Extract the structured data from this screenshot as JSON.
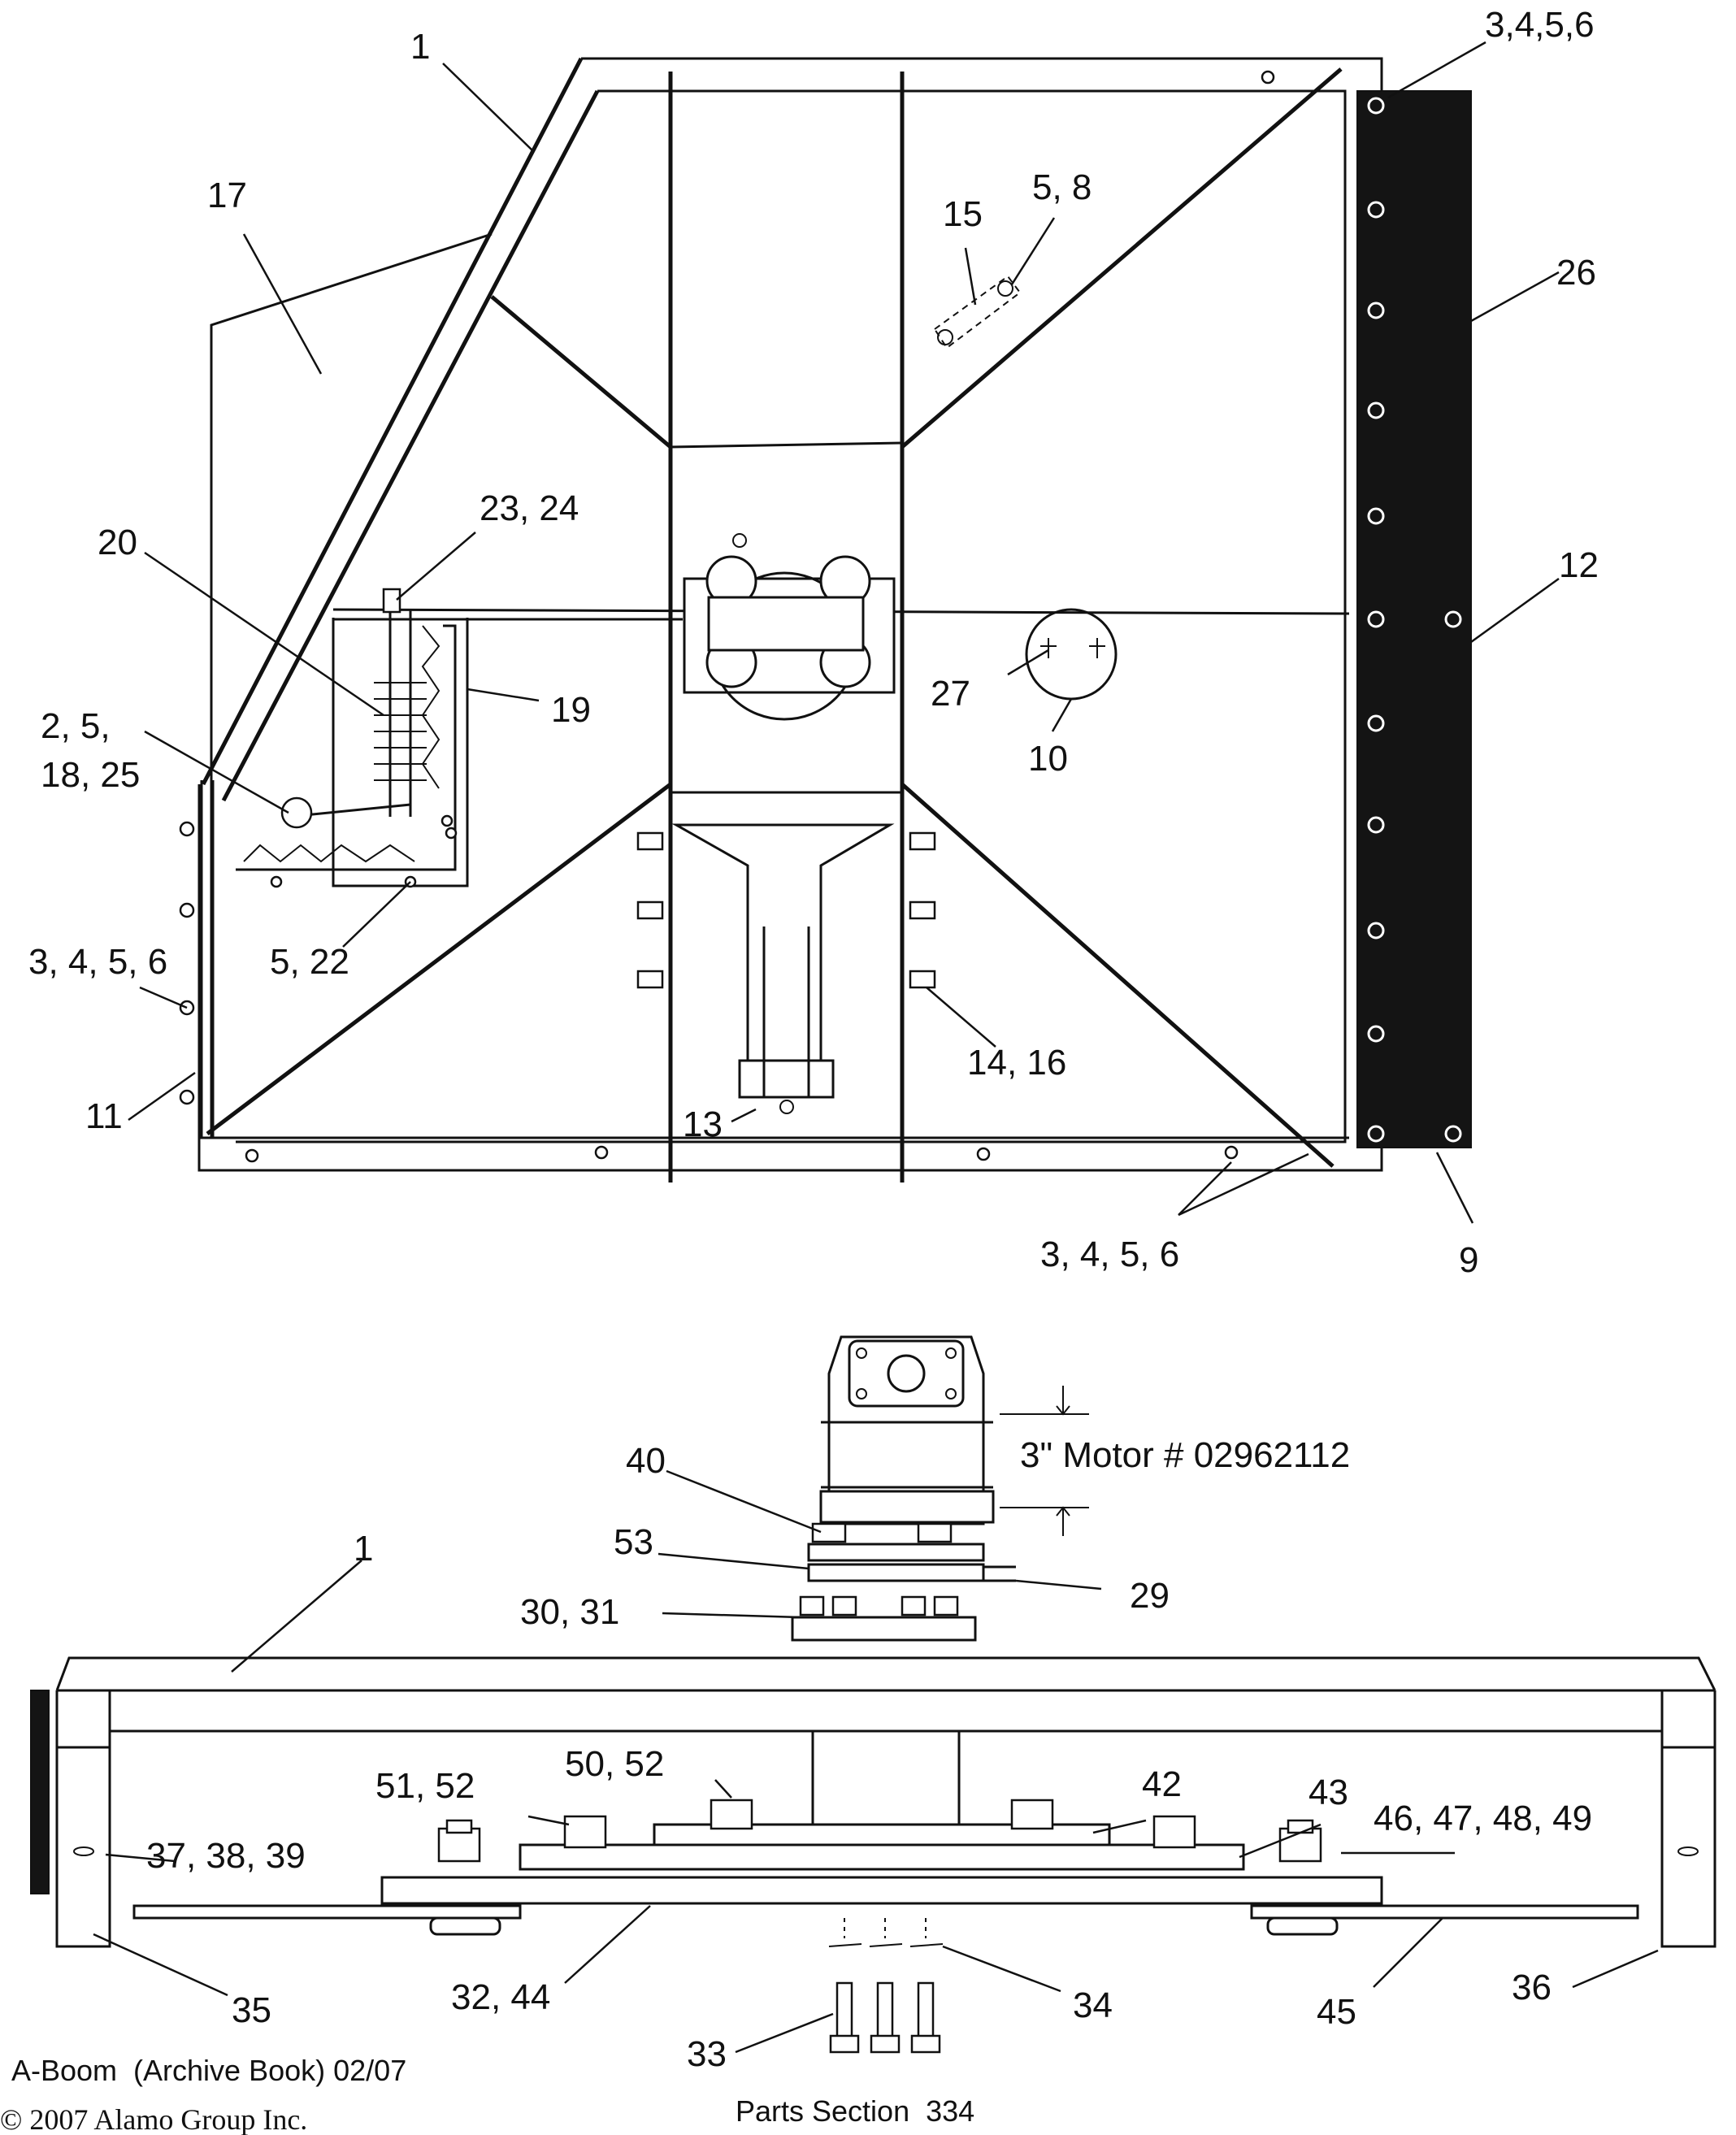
{
  "callouts": {
    "top_view": [
      "1",
      "17",
      "15",
      "5, 8",
      "3,4,5,6",
      "26",
      "23, 24",
      "20",
      "12",
      "19",
      "27",
      "10",
      "2, 5,",
      "18, 25",
      "5, 22",
      "3, 4, 5, 6",
      "14, 16",
      "11",
      "13",
      "3, 4, 5, 6",
      "9"
    ],
    "side_view": [
      "40",
      "3\" Motor # 02962112",
      "53",
      "29",
      "30, 31",
      "1",
      "50, 52",
      "51, 52",
      "42",
      "43",
      "46, 47, 48, 49",
      "37, 38, 39",
      "35",
      "32, 44",
      "33",
      "34",
      "45",
      "36"
    ]
  },
  "footer": {
    "book": "A-Boom  (Archive Book) 02/07",
    "section": "Parts Section  334",
    "copyright": "© 2007 Alamo Group Inc."
  }
}
